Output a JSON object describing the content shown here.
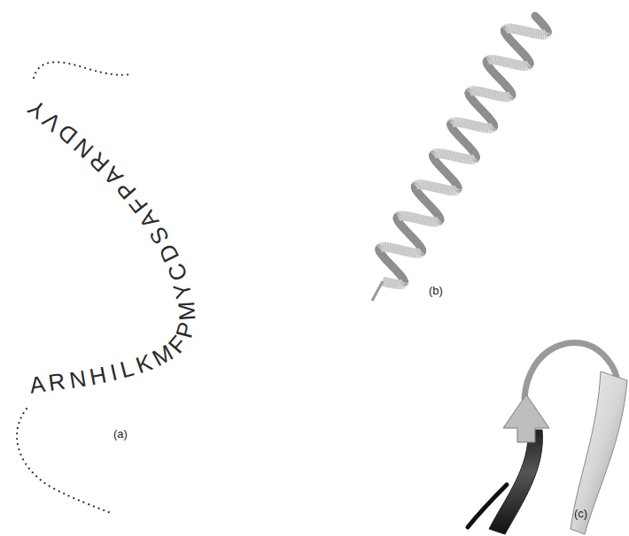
{
  "diagram": {
    "labels": [
      "ARNHILKMFPMYCDSAFPARNDVY",
      "(a)",
      "(b)",
      "(c)"
    ]
  }
}
